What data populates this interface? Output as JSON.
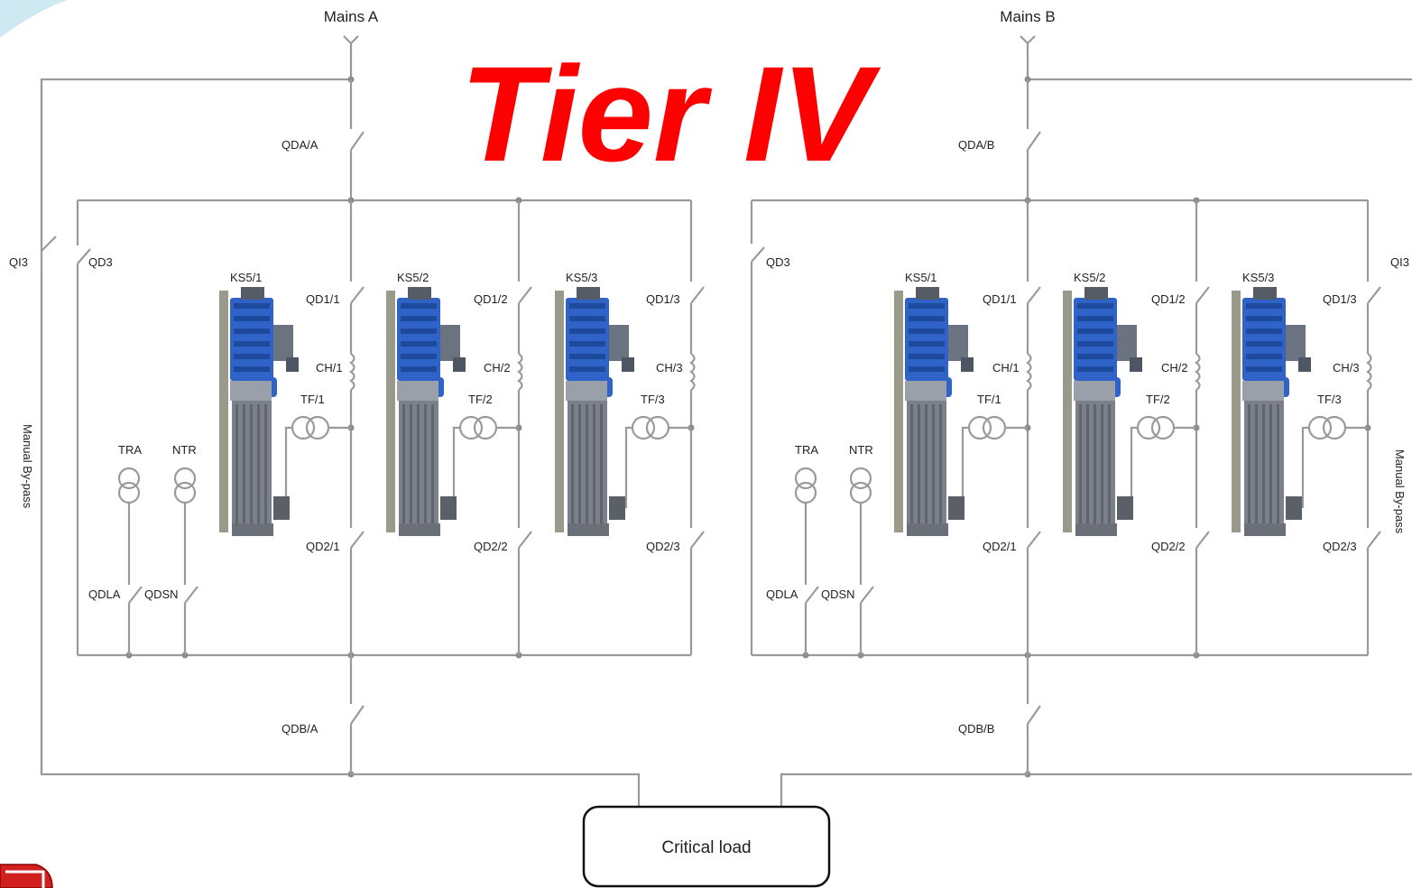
{
  "title": "Tier IV",
  "mains": {
    "a": "Mains A",
    "b": "Mains B"
  },
  "critical_load": "Critical load",
  "bypass_label": "Manual By-pass",
  "colors": {
    "title": "#ff0000",
    "wire": "#9a9a9a",
    "engine": "#2f63c8"
  },
  "left": {
    "input_breaker": "QDA/A",
    "output_breaker": "QDB/A",
    "bypass_breaker": "QI3",
    "bus_breaker": "QD3",
    "aux_transformers": [
      "TRA",
      "NTR"
    ],
    "aux_breakers": [
      "QDLA",
      "QDSN"
    ],
    "units": [
      {
        "gen": "KS5/1",
        "qd1": "QD1/1",
        "ch": "CH/1",
        "tf": "TF/1",
        "qd2": "QD2/1"
      },
      {
        "gen": "KS5/2",
        "qd1": "QD1/2",
        "ch": "CH/2",
        "tf": "TF/2",
        "qd2": "QD2/2"
      },
      {
        "gen": "KS5/3",
        "qd1": "QD1/3",
        "ch": "CH/3",
        "tf": "TF/3",
        "qd2": "QD2/3"
      }
    ]
  },
  "right": {
    "input_breaker": "QDA/B",
    "output_breaker": "QDB/B",
    "bypass_breaker": "QI3",
    "bus_breaker": "QD3",
    "aux_transformers": [
      "TRA",
      "NTR"
    ],
    "aux_breakers": [
      "QDLA",
      "QDSN"
    ],
    "units": [
      {
        "gen": "KS5/1",
        "qd1": "QD1/1",
        "ch": "CH/1",
        "tf": "TF/1",
        "qd2": "QD2/1"
      },
      {
        "gen": "KS5/2",
        "qd1": "QD1/2",
        "ch": "CH/2",
        "tf": "TF/2",
        "qd2": "QD2/2"
      },
      {
        "gen": "KS5/3",
        "qd1": "QD1/3",
        "ch": "CH/3",
        "tf": "TF/3",
        "qd2": "QD2/3"
      }
    ]
  }
}
